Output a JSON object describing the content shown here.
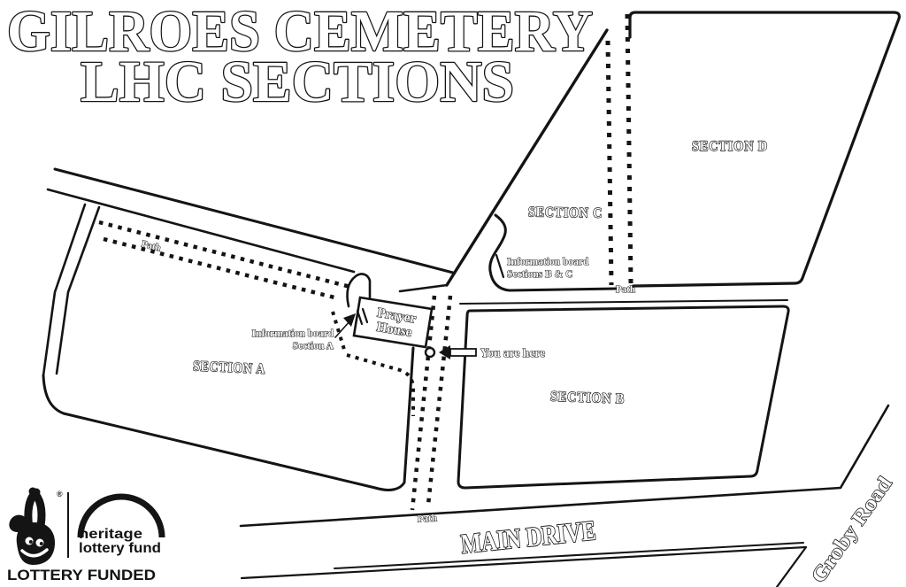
{
  "map": {
    "title_line1": "GILROES CEMETERY",
    "title_line2": "LHC SECTIONS",
    "section_a": "SECTION A",
    "section_b": "SECTION B",
    "section_c": "SECTION C",
    "section_d": "SECTION D",
    "prayer_house_line1": "Prayer",
    "prayer_house_line2": "House",
    "you_are_here": "You are here",
    "info_board_a_line1": "Information board",
    "info_board_a_line2": "Section A",
    "info_board_bc_line1": "Information board",
    "info_board_bc_line2": "Sections B & C",
    "path_label_nw": "Path",
    "path_label_mid": "Path",
    "path_label_south": "Path",
    "main_drive": "MAIN DRIVE",
    "groby_road": "Groby Road"
  },
  "footer": {
    "registered_mark": "®",
    "heritage_line1": "heritage",
    "heritage_line2": "lottery fund",
    "lottery_funded": "LOTTERY FUNDED"
  },
  "colors": {
    "ink": "#141414",
    "paper": "#ffffff"
  }
}
